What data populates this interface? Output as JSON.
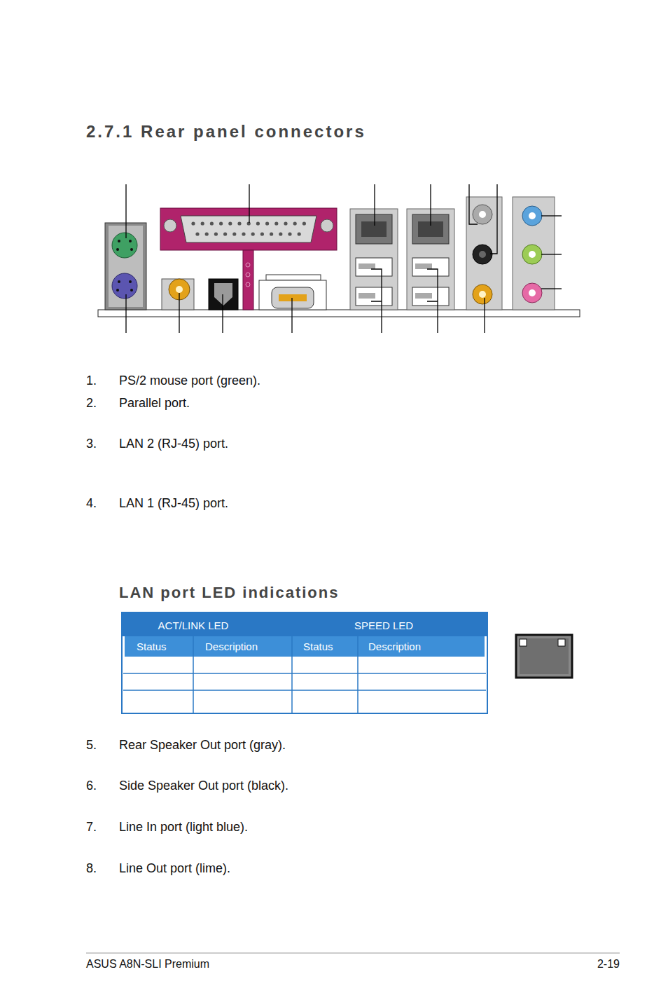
{
  "diagram": {
    "title": "2.7.1 Rear panel connectors",
    "labels": [
      "1.",
      "PS/2 mouse port (green).",
      "2.",
      "Parallel port.",
      "3.",
      "LAN 2 (RJ-45) port.",
      "4.",
      "LAN 1 (RJ-45) port.",
      "LAN port LED indications",
      "ACT/LINK LED",
      "SPEED LED",
      "Status",
      "Description",
      "Status",
      "Description",
      "5.",
      "Rear Speaker Out port (gray).",
      "6.",
      "Side Speaker Out port (black).",
      "7.",
      "Line In port (light blue).",
      "8.",
      "Line Out port (lime).",
      "ASUS A8N-SLI Premium",
      "2-19"
    ]
  }
}
